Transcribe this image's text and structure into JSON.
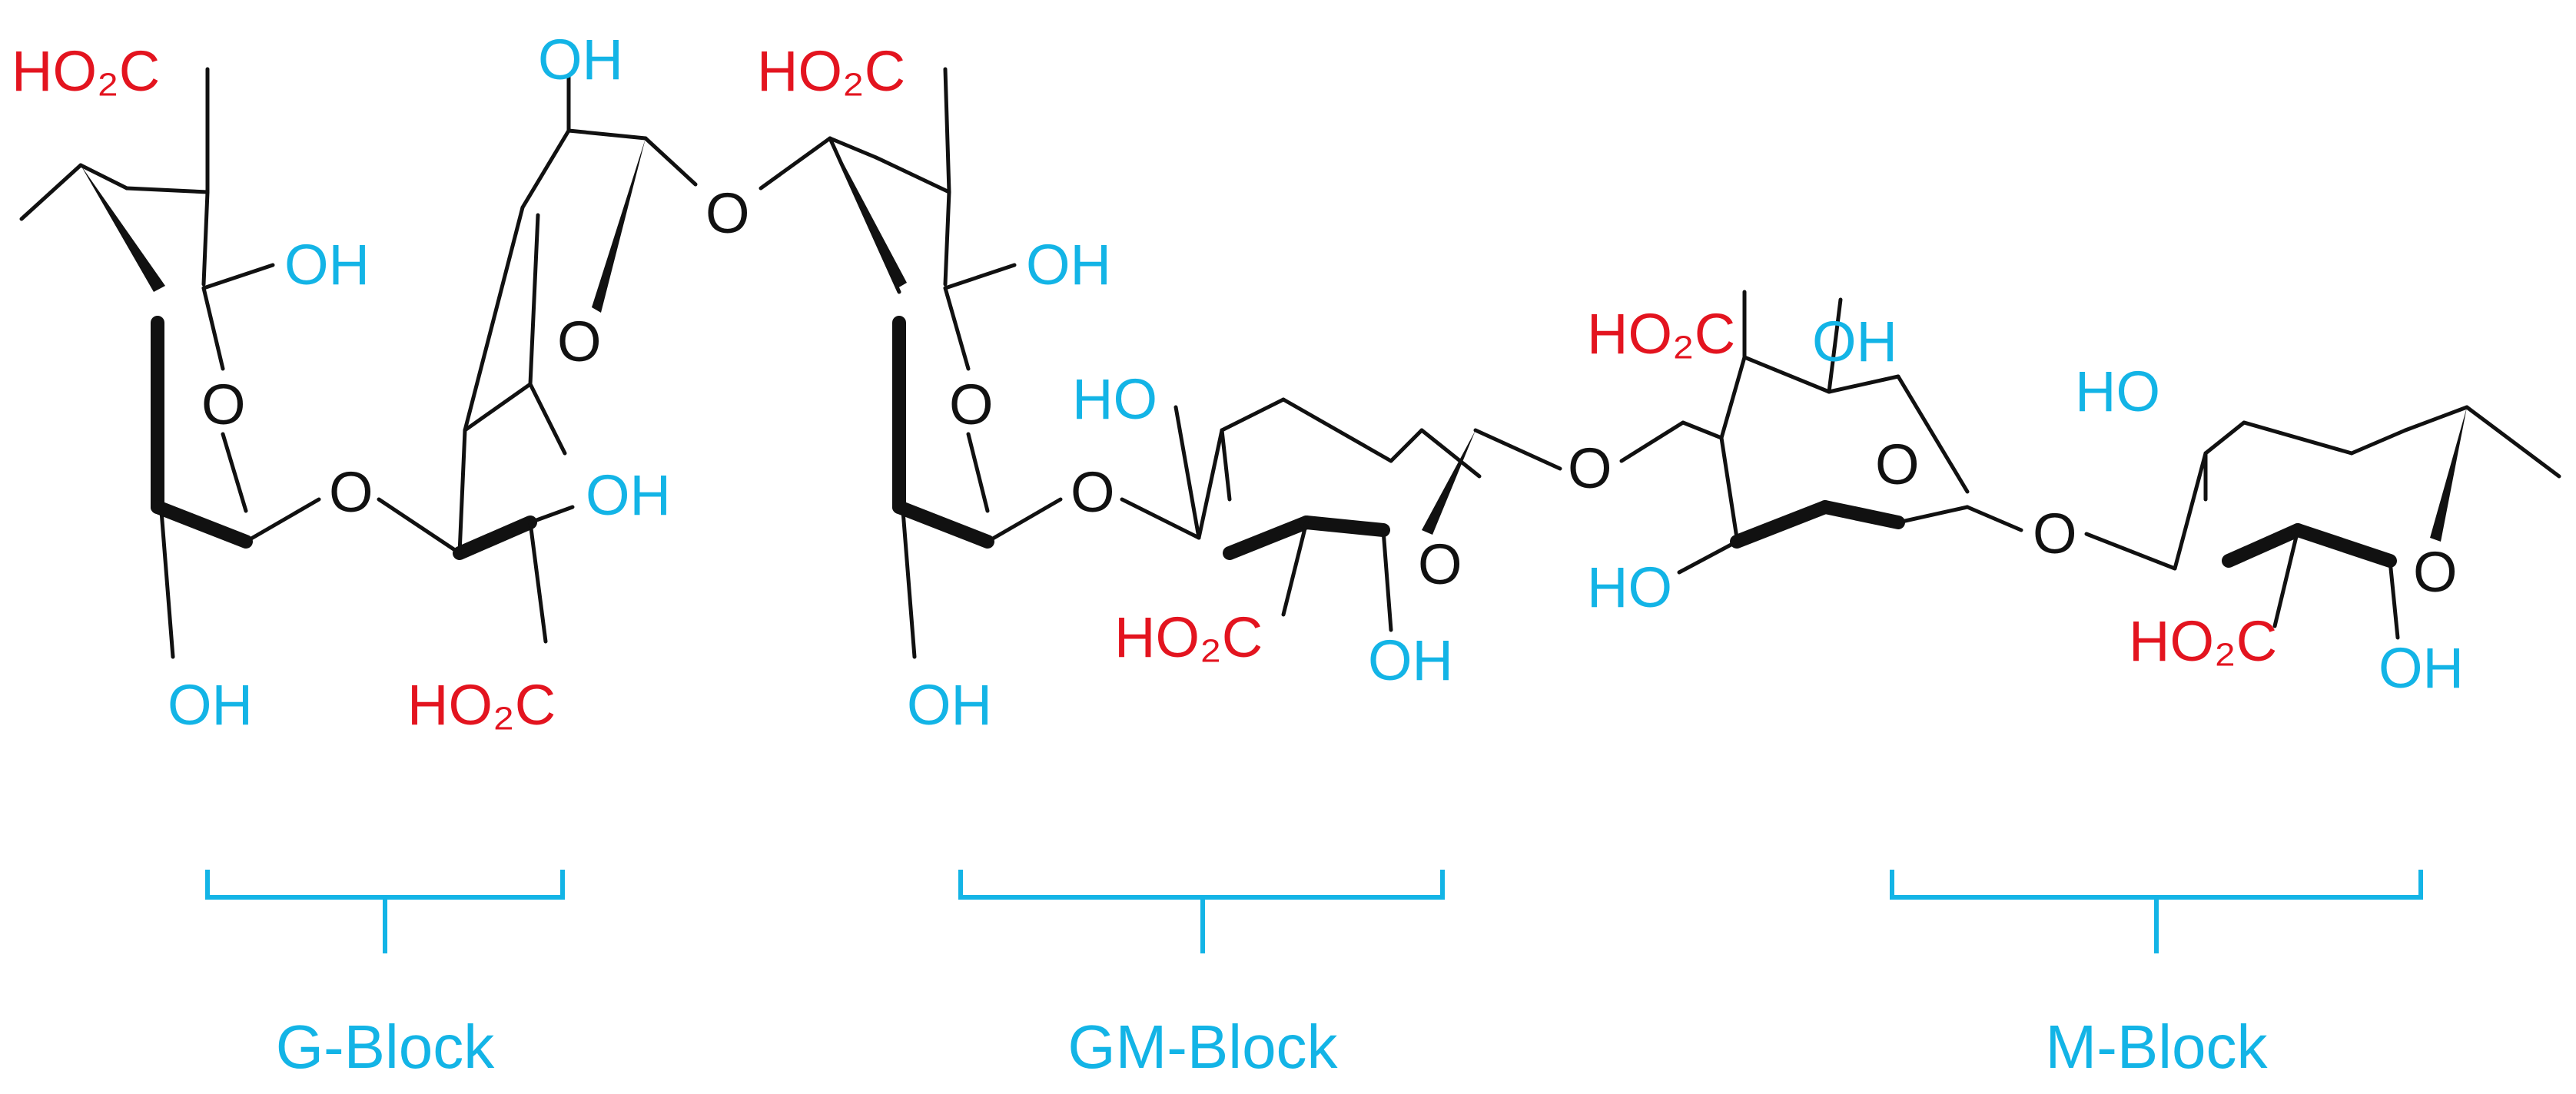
{
  "colors": {
    "bond": "#111111",
    "acid": "#e3141f",
    "hydroxyl": "#13b4e6",
    "block_label": "#13b4e6"
  },
  "atoms": {
    "acid": "HO₂C",
    "hydroxyl": "OH",
    "hydroxyl_left": "HO",
    "oxygen": "O"
  },
  "blocks": {
    "g": "G-Block",
    "gm": "GM-Block",
    "m": "M-Block"
  }
}
